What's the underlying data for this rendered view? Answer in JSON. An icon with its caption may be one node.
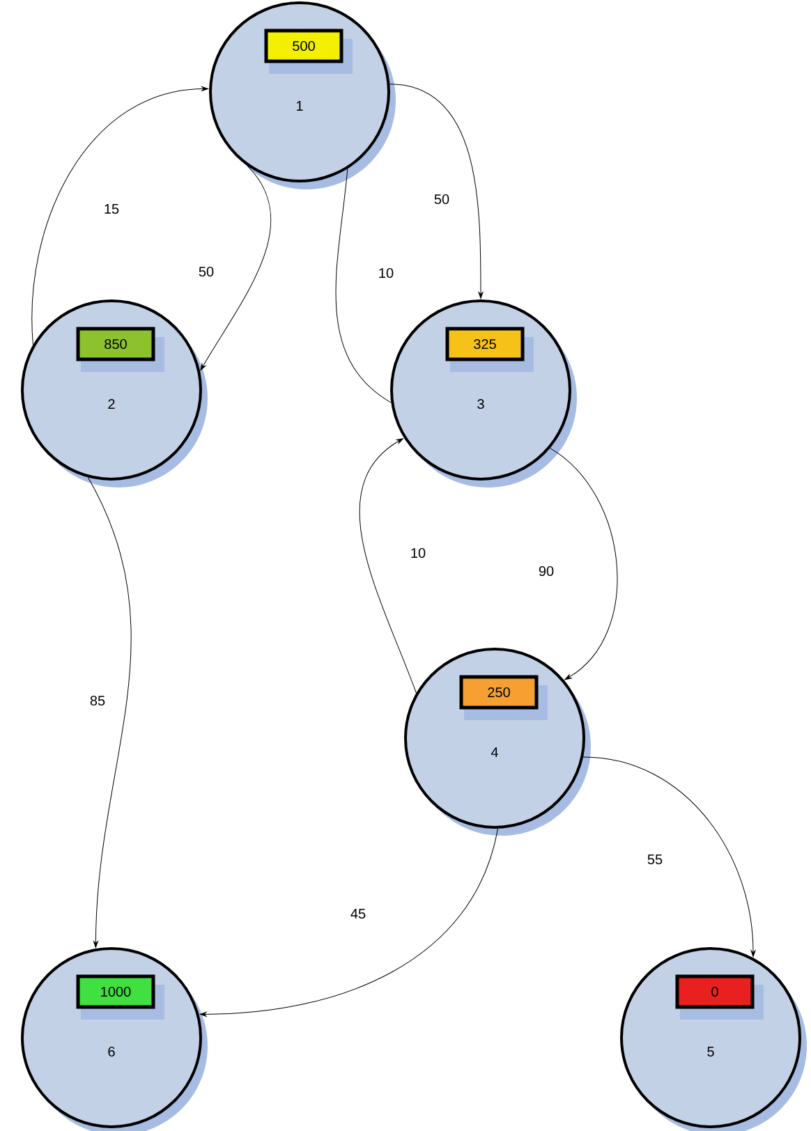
{
  "diagram": {
    "nodes": [
      {
        "text": [
          "1"
        ]
      },
      {
        "text": [
          "500"
        ],
        "in": 0
      },
      {
        "text": [
          "2"
        ]
      },
      {
        "text": [
          "850"
        ],
        "in": 2
      },
      {
        "text": [
          "3"
        ]
      },
      {
        "text": [
          "325"
        ],
        "in": 4
      },
      {
        "text": [
          "4"
        ]
      },
      {
        "text": [
          "250"
        ],
        "in": 6
      },
      {
        "text": [
          "6"
        ]
      },
      {
        "text": [
          "1000"
        ],
        "in": 8
      },
      {
        "text": [
          "5"
        ]
      },
      {
        "text": [
          "0"
        ],
        "in": 10
      }
    ],
    "edges": [
      {
        "from": 2,
        "to": 0,
        "arrow": "to",
        "label": "15"
      },
      {
        "from": 0,
        "to": 2,
        "arrow": "to",
        "label": "50"
      },
      {
        "from": 0,
        "to": 4,
        "arrow": "to",
        "label": "50"
      },
      {
        "from": 4,
        "to": 0,
        "arrow": "none",
        "label": "10"
      },
      {
        "from": 6,
        "to": 4,
        "arrow": "to",
        "label": "10"
      },
      {
        "from": 4,
        "to": 6,
        "arrow": "to",
        "label": "90"
      },
      {
        "from": 2,
        "to": 8,
        "arrow": "to",
        "label": "85"
      },
      {
        "from": 6,
        "to": 8,
        "arrow": "to",
        "label": "45"
      },
      {
        "from": 6,
        "to": 10,
        "arrow": "to",
        "label": "55"
      }
    ]
  }
}
